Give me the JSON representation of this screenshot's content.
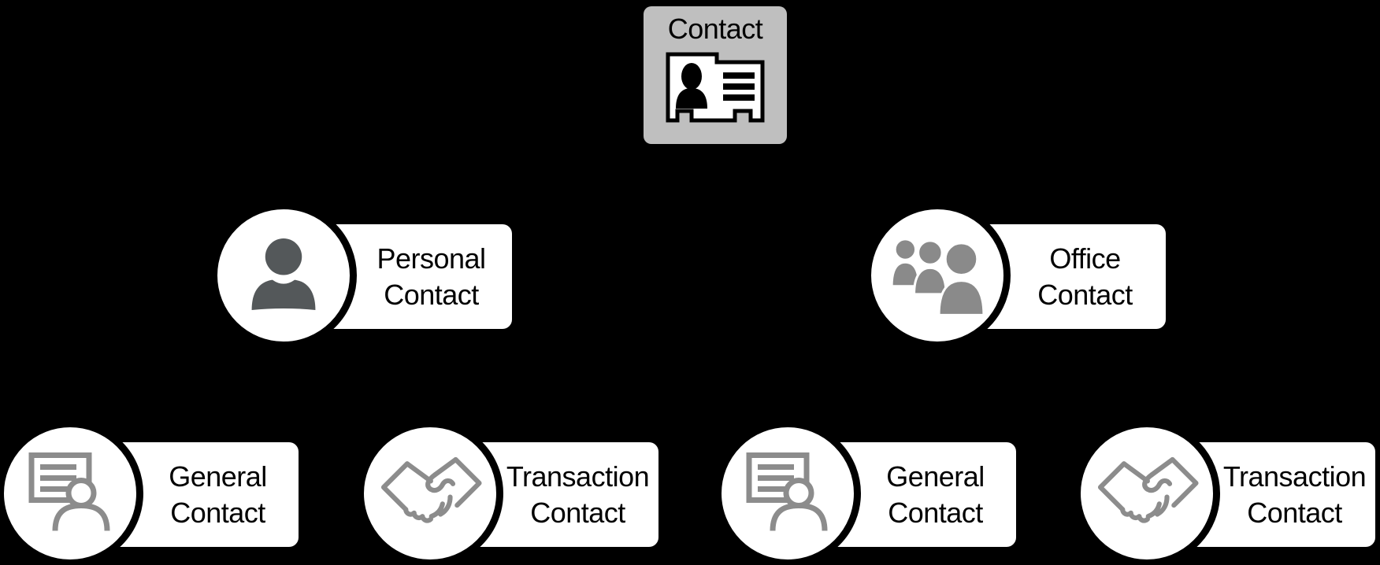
{
  "diagram": {
    "background": "#000000",
    "root": {
      "label": "Contact",
      "icon": "contact-card-icon",
      "fill": "#bfbfbf",
      "text_color": "#000000"
    },
    "nodes": [
      {
        "id": "personal-contact",
        "lines": [
          "Personal",
          "Contact"
        ],
        "icon": "person-icon"
      },
      {
        "id": "office-contact",
        "lines": [
          "Office",
          "Contact"
        ],
        "icon": "people-group-icon"
      },
      {
        "id": "general-contact-left",
        "lines": [
          "General",
          "Contact"
        ],
        "icon": "card-person-icon"
      },
      {
        "id": "transaction-contact-left",
        "lines": [
          "Transaction",
          "Contact"
        ],
        "icon": "handshake-icon"
      },
      {
        "id": "general-contact-right",
        "lines": [
          "General",
          "Contact"
        ],
        "icon": "card-person-icon"
      },
      {
        "id": "transaction-contact-right",
        "lines": [
          "Transaction",
          "Contact"
        ],
        "icon": "handshake-icon"
      }
    ],
    "colors": {
      "node_fill": "#ffffff",
      "node_outline": "#000000",
      "node_text": "#000000",
      "root_fill": "#bfbfbf",
      "person_icon_fill": "#54585a",
      "people_group_fill": "#8a8a8a",
      "outline_icon_stroke": "#8c8c8c",
      "card_icon_stroke": "#000000"
    }
  }
}
